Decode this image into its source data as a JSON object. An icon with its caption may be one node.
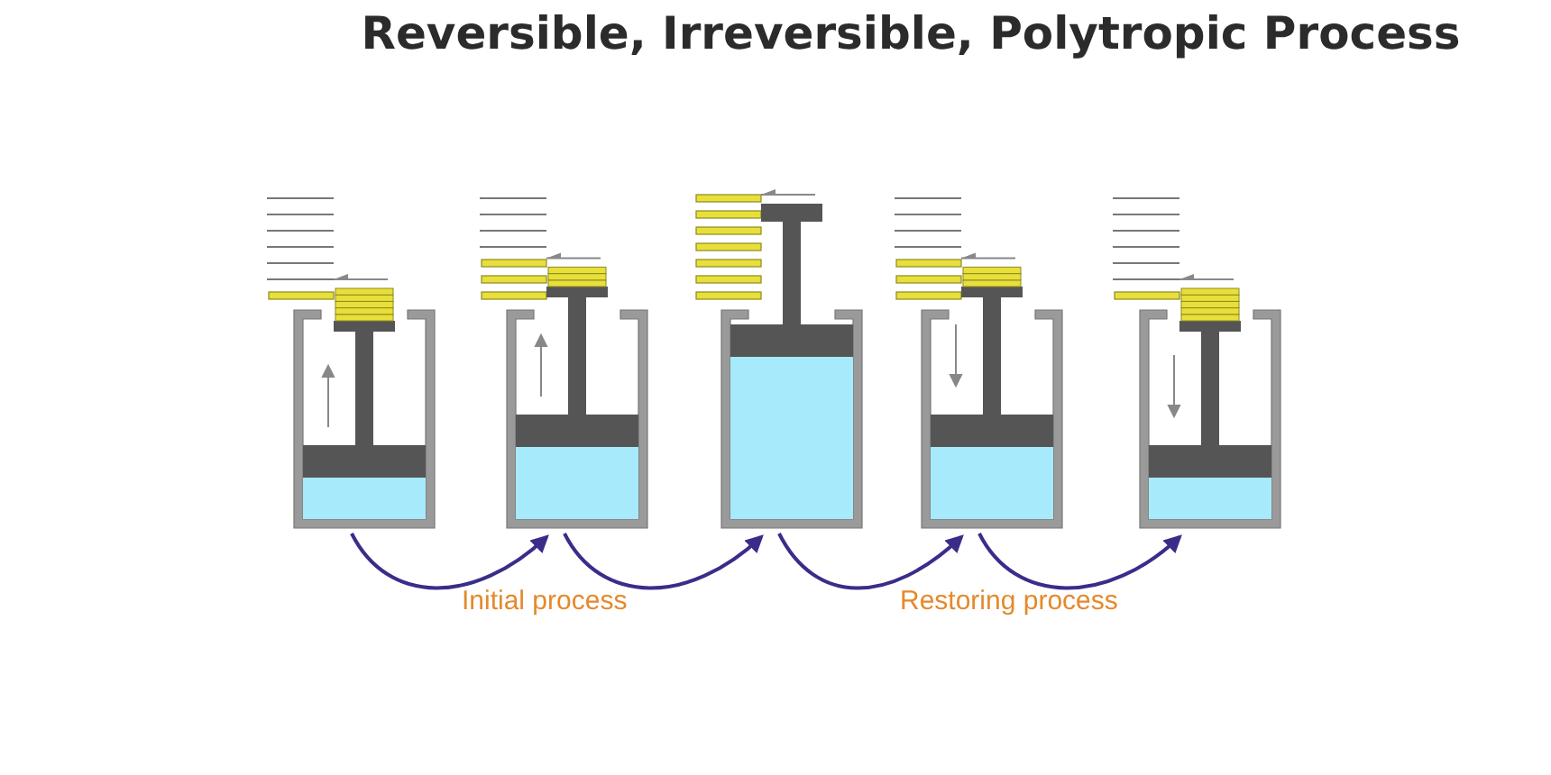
{
  "diagram": {
    "title": "Reversible, Irreversible, Polytropic Process",
    "nodes": [
      {
        "text": [],
        "shape": "picture"
      },
      {
        "text": [],
        "shape": "picture"
      },
      {
        "text": [],
        "shape": "picture"
      },
      {
        "text": [],
        "shape": "picture"
      },
      {
        "text": [],
        "shape": "picture"
      }
    ],
    "edges": [
      {
        "from": 0,
        "to": 1,
        "arrow": "to"
      },
      {
        "from": 1,
        "to": 2,
        "arrow": "to"
      },
      {
        "from": 2,
        "to": 3,
        "arrow": "to"
      },
      {
        "from": 3,
        "to": 4,
        "arrow": "to"
      }
    ],
    "labels": [
      "Initial process",
      "Restoring process"
    ]
  }
}
